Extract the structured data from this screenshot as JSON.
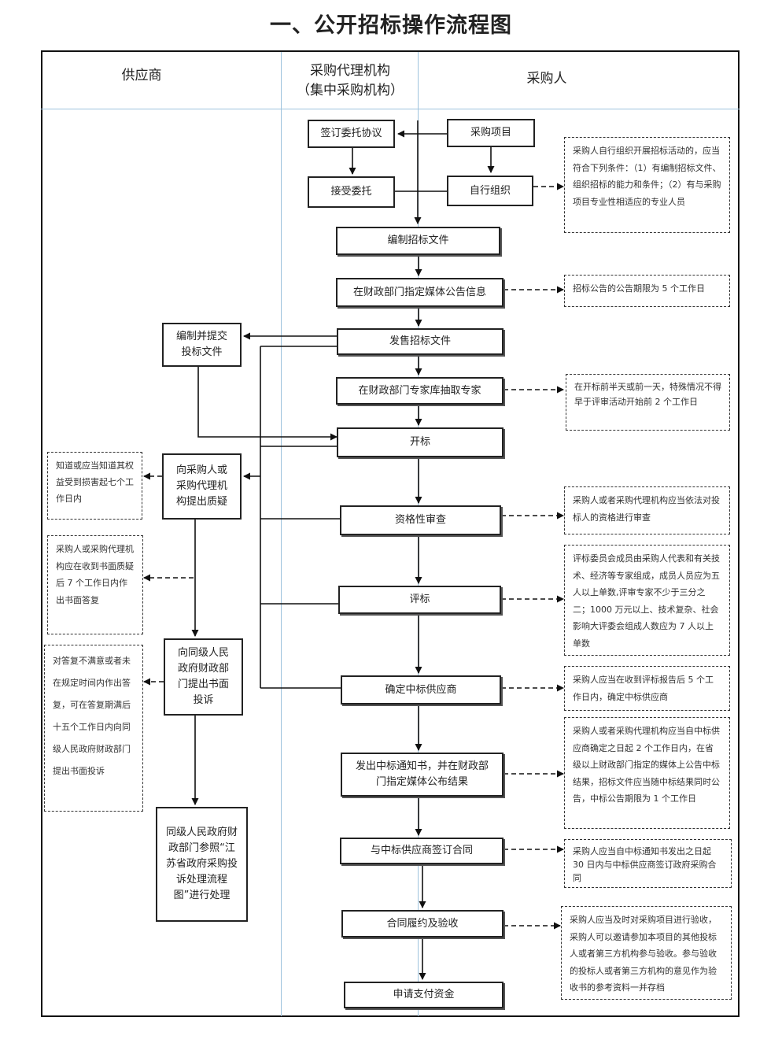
{
  "title": "一、公开招标操作流程图",
  "lanes": {
    "supplier": "供应商",
    "agency_line1": "采购代理机构",
    "agency_line2": "（集中采购机构）",
    "purchaser": "采购人"
  },
  "boxes": {
    "sign_agreement": "签订委托协议",
    "purchase_project": "采购项目",
    "accept_entrust": "接受委托",
    "self_organize": "自行组织",
    "prepare_doc": "编制招标文件",
    "announce": "在财政部门指定媒体公告信息",
    "sell_doc": "发售招标文件",
    "prepare_bid": "编制并提交投标文件",
    "extract_experts": "在财政部门专家库抽取专家",
    "open_bid": "开标",
    "question": "向采购人或采购代理机构提出质疑",
    "qualification": "资格性审查",
    "evaluate": "评标",
    "complaint": "向同级人民政府财政部门提出书面投诉",
    "determine_winner": "确定中标供应商",
    "notify": "发出中标通知书，并在财政部门指定媒体公布结果",
    "handle": "同级人民政府财政部门参照“江苏省政府采购投诉处理流程图”进行处理",
    "sign_contract": "与中标供应商签订合同",
    "perform": "合同履约及验收",
    "apply_payment": "申请支付资金"
  },
  "notes": {
    "self_org": "采购人自行组织开展招标活动的，应当符合下列条件：（1）有编制招标文件、组织招标的能力和条件；（2）有与采购项目专业性相适应的专业人员",
    "announce_period": "招标公告的公告期限为 5 个工作日",
    "experts": "在开标前半天或前一天，特殊情况不得早于评审活动开始前 2 个工作日",
    "question_time": "知道或应当知道其权益受到损害起七个工作日内",
    "reply_time": "采购人或采购代理机构应在收到书面质疑后 7 个工作日内作出书面答复",
    "complaint_time": "对答复不满意或者未在规定时间内作出答复，可在答复期满后十五个工作日内向同级人民政府财政部门提出书面投诉",
    "qualification": "采购人或者采购代理机构应当依法对投标人的资格进行审查",
    "committee": "评标委员会成员由采购人代表和有关技术、经济等专家组成，成员人员应为五人以上单数,评审专家不少于三分之二；1000 万元以上、技术复杂、社会影响大评委会组成人数应为 7 人以上单数",
    "winner": "采购人应当在收到评标报告后 5 个工作日内，确定中标供应商",
    "publish": "采购人或者采购代理机构应当自中标供应商确定之日起 2 个工作日内，在省级以上财政部门指定的媒体上公告中标结果，招标文件应当随中标结果同时公告，中标公告期限为 1 个工作日",
    "contract": "采购人应当自中标通知书发出之日起 30 日内与中标供应商签订政府采购合同",
    "acceptance": "采购人应当及时对采购项目进行验收，采购人可以邀请参加本项目的其他投标人或者第三方机构参与验收。参与验收的投标人或者第三方机构的意见作为验收书的参考资料一并存档"
  }
}
